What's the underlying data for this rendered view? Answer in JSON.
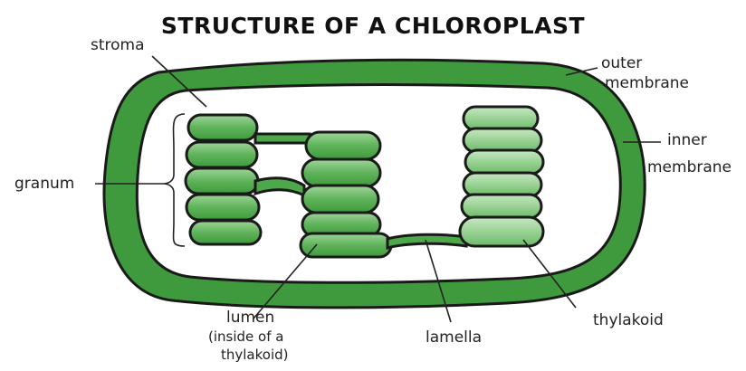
{
  "title": "STRUCTURE OF A CHLOROPLAST",
  "colors": {
    "outline": "#1a1a1a",
    "membrane": "#3e9a3c",
    "thylakoid": "#5fb35a",
    "thylakoid_light": "#9fd49a",
    "background": "#ffffff"
  },
  "labels": {
    "stroma": "stroma",
    "outer_membrane_1": "outer",
    "outer_membrane_2": "membrane",
    "inner_membrane_1": "inner",
    "inner_membrane_2": "membrane",
    "granum": "granum",
    "lumen_1": "lumen",
    "lumen_2": "(inside of a",
    "lumen_3": "thylakoid)",
    "lamella": "lamella",
    "thylakoid": "thylakoid"
  }
}
